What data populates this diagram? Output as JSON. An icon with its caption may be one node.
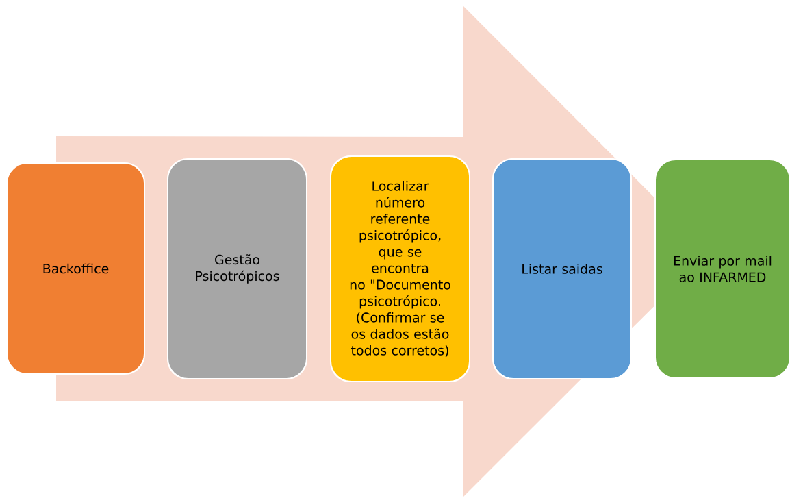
{
  "diagram": {
    "nodes": [
      {
        "text": [
          "Backoffice"
        ]
      },
      {
        "text": [
          "Gestão Psicotrópicos"
        ]
      },
      {
        "text": [
          "Localizar número referente psicotrópico, que se encontra no \"Documento psicotrópico. (Confirmar se os dados estão todos corretos)"
        ]
      },
      {
        "text": [
          "Listar saidas"
        ]
      },
      {
        "text": [
          "Enviar por mail ao INFARMED"
        ]
      }
    ],
    "edges": [
      {
        "from": 0,
        "to": 4,
        "arrow": "to"
      }
    ]
  }
}
